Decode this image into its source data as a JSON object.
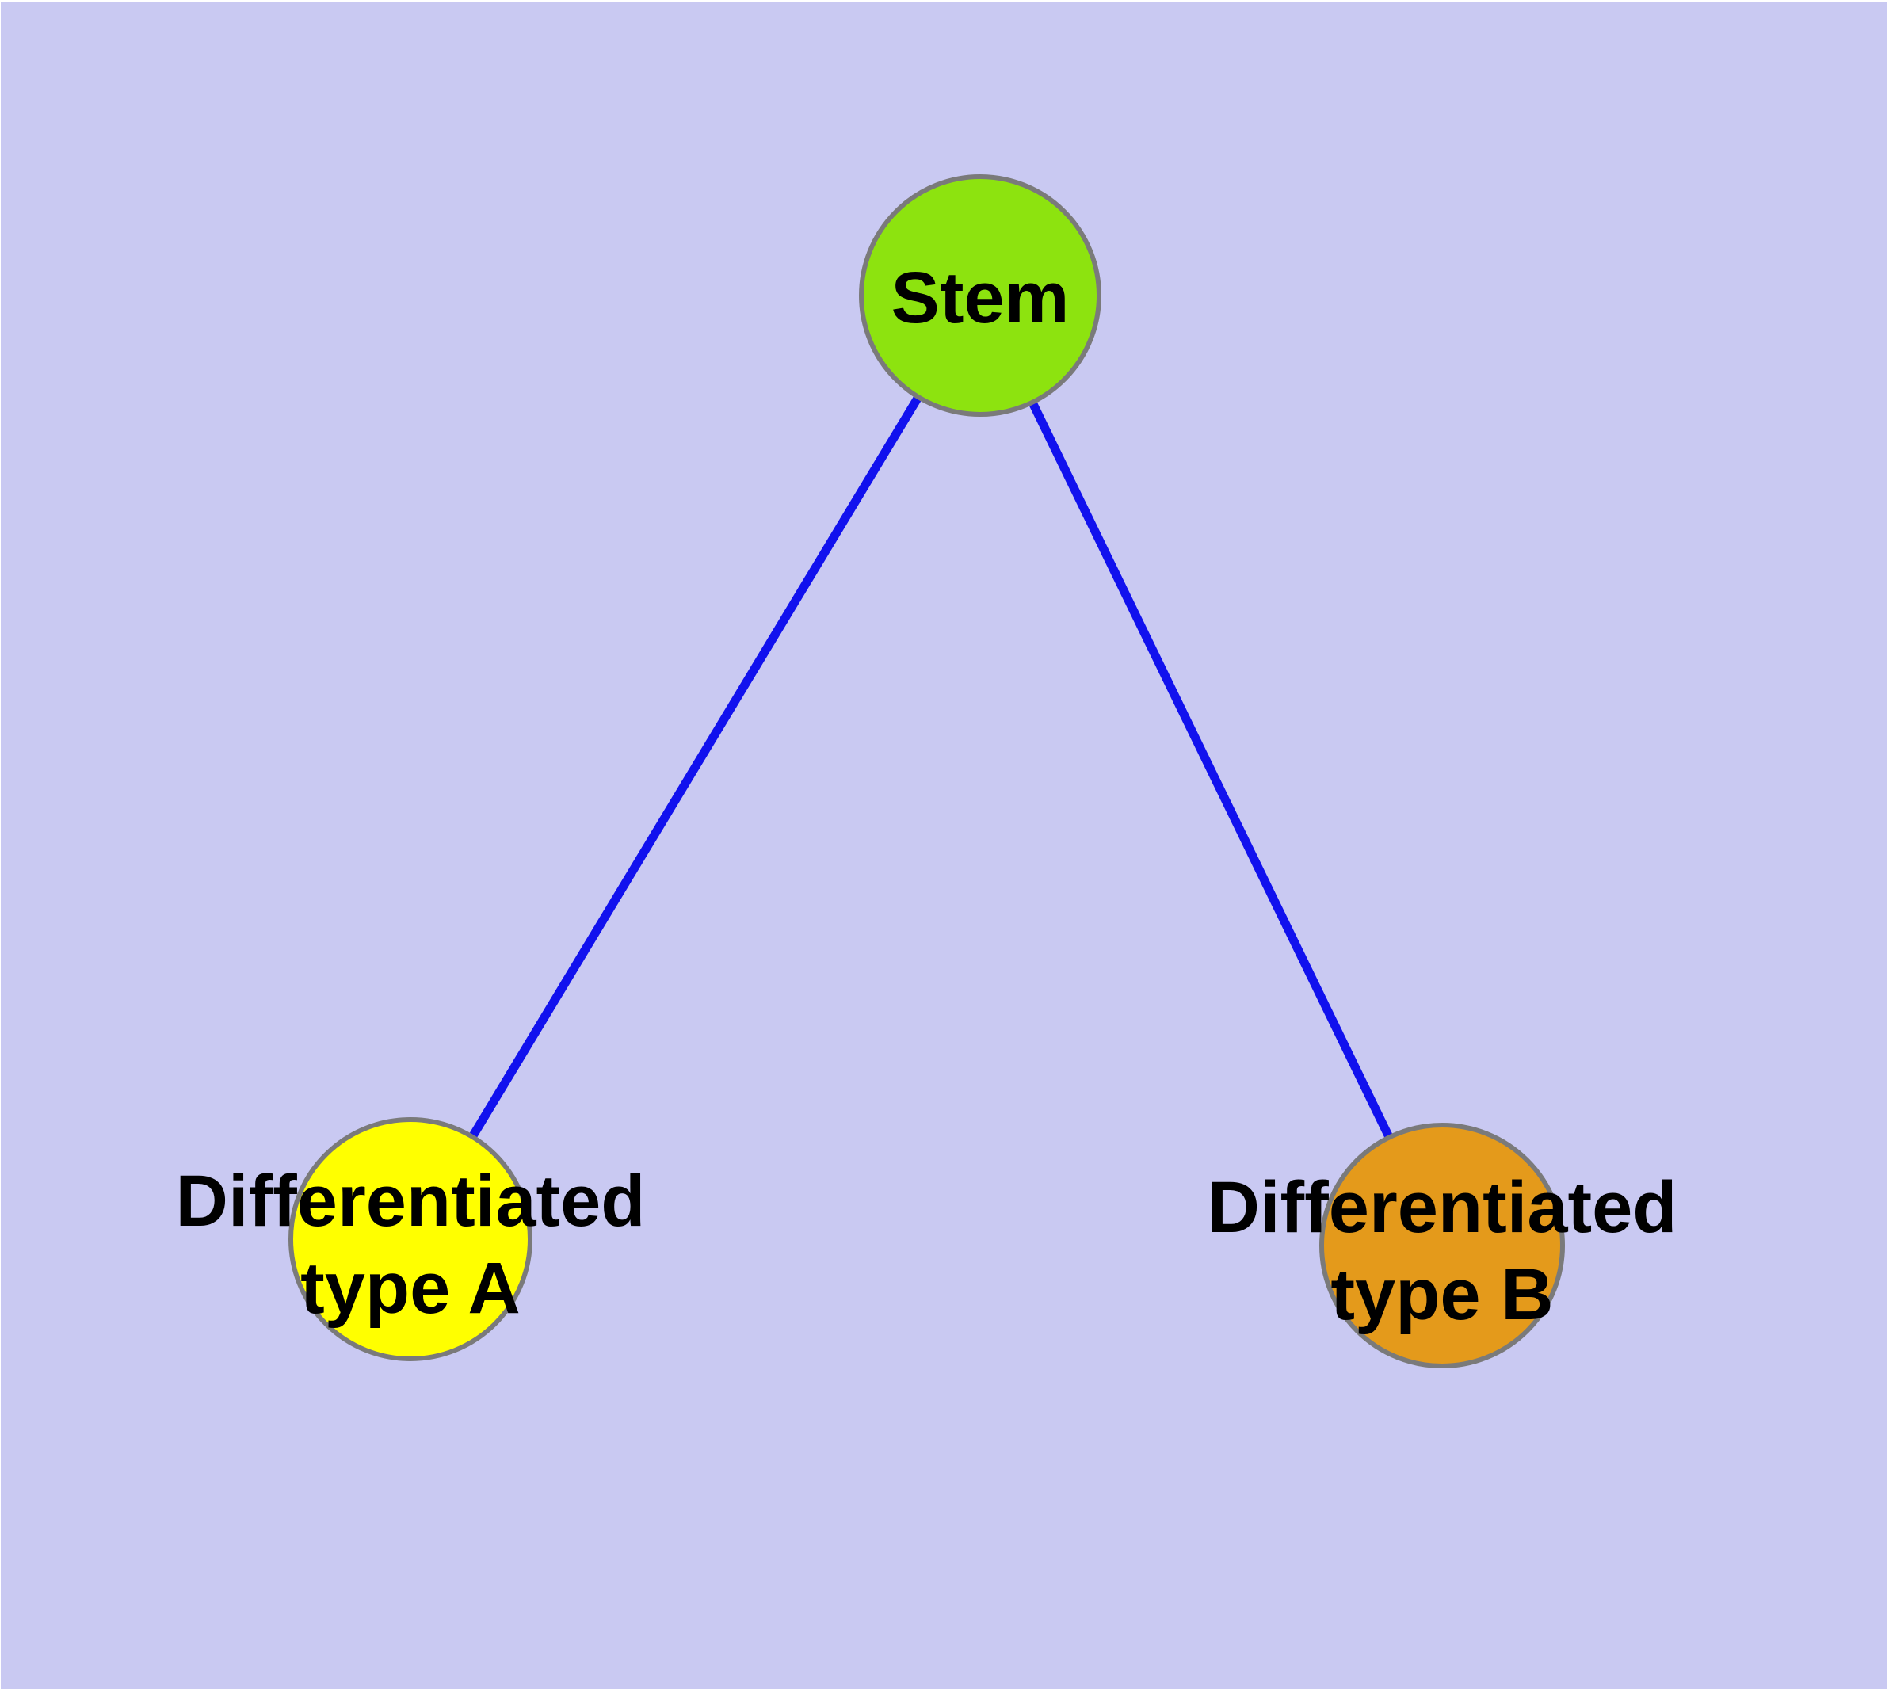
{
  "diagram": {
    "type": "graph",
    "description": "Stem cell differentiation tree: one stem node branching to two differentiated cell type nodes",
    "colors": {
      "page_background": "#ffffff",
      "panel_background": "#c9c9f2",
      "edge": "#1111ee",
      "node_border": "#7a7a7a",
      "label_text": "#000000"
    },
    "nodes": [
      {
        "id": "stem",
        "label": "Stem",
        "fill": "#8de30f"
      },
      {
        "id": "differentiated-type-a",
        "label": "Differentiated type A",
        "label_line1": "Differentiated",
        "label_line2": "type A",
        "fill": "#ffff00"
      },
      {
        "id": "differentiated-type-b",
        "label": "Differentiated type B",
        "label_line1": "Differentiated",
        "label_line2": "type B",
        "fill": "#e49a1b"
      }
    ],
    "edges": [
      {
        "from": "Stem",
        "to": "Differentiated type A"
      },
      {
        "from": "Stem",
        "to": "Differentiated type B"
      }
    ]
  }
}
